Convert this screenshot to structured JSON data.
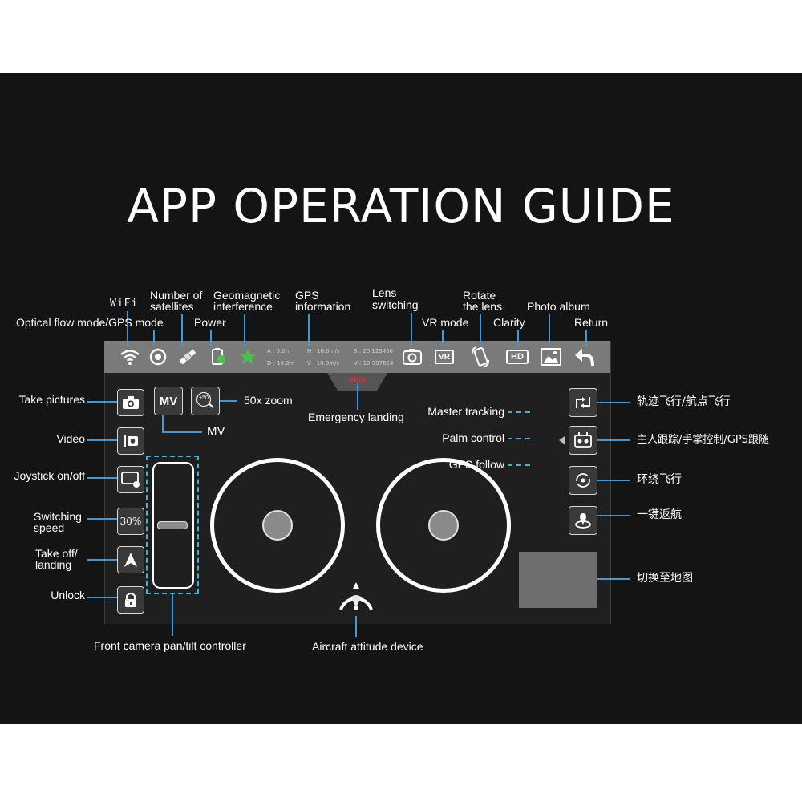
{
  "title": "APP OPERATION GUIDE",
  "topbar": {
    "info": {
      "a": "A : 5.0m",
      "d": "D : 10.0m",
      "h": "H : 10.0m/s",
      "v": "V : 10.0m/s",
      "s": "S : 20.123456",
      "vv": "V : 10.987654"
    },
    "stop_label": "stop"
  },
  "callouts": {
    "wifi": "WiFi",
    "optical_flow": "Optical flow mode/GPS mode",
    "satellites_1": "Number of",
    "satellites_2": "satellites",
    "power": "Power",
    "geomagnetic_1": "Geomagnetic",
    "geomagnetic_2": "interference",
    "gps_info_1": "GPS",
    "gps_info_2": "information",
    "lens_switching_1": "Lens",
    "lens_switching_2": "switching",
    "vr_mode": "VR mode",
    "rotate_1": "Rotate",
    "rotate_2": "the lens",
    "clarity": "Clarity",
    "photo_album": "Photo album",
    "return": "Return",
    "take_pictures": "Take pictures",
    "video": "Video",
    "joystick": "Joystick on/off",
    "switching_speed_1": "Switching",
    "switching_speed_2": "speed",
    "takeoff_1": "Take off/",
    "takeoff_2": "landing",
    "unlock": "Unlock",
    "zoom": "50x zoom",
    "mv": "MV",
    "emergency": "Emergency landing",
    "master_tracking": "Master tracking",
    "palm_control": "Palm control",
    "gps_follow": "GPS follow",
    "front_camera": "Front camera pan/tilt controller",
    "attitude": "Aircraft attitude device",
    "trajectory": "轨迹飞行/航点飞行",
    "follow_modes": "主人跟踪/手掌控制/GPS跟随",
    "orbit": "环绕飞行",
    "return_home": "一键返航",
    "switch_map": "切换至地图"
  },
  "controls": {
    "mv_button": "MV",
    "zoom_value": "+50",
    "speed_value": "30%",
    "vr_text": "VR",
    "hd_text": "HD"
  },
  "colors": {
    "accent_line": "#3b9ae0",
    "dashed_line": "#3bb3e0",
    "stop_red": "#e0303a",
    "panel_bg": "#141414",
    "topbar_bg": "#7a7a7a"
  }
}
